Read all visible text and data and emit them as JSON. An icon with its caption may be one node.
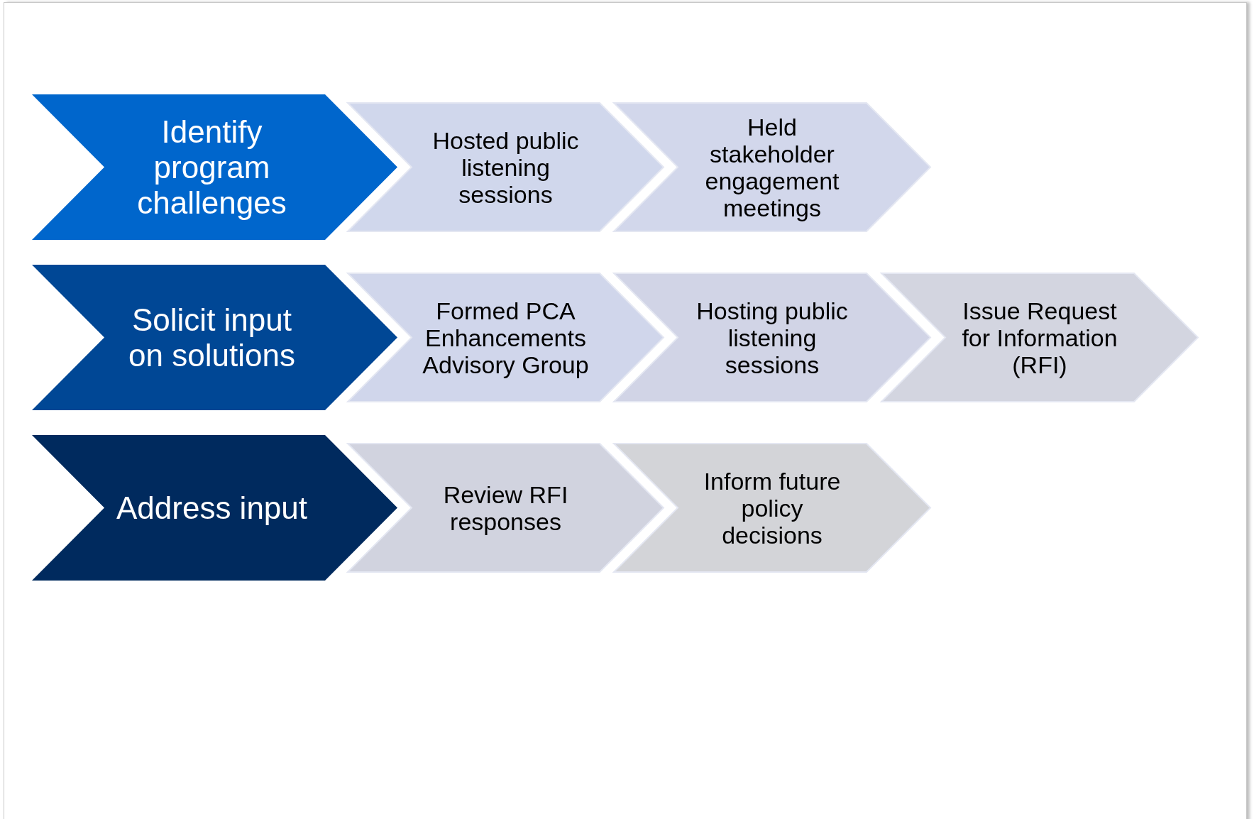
{
  "diagram": {
    "nodes": [
      {
        "text": [
          "Identify program challenges"
        ]
      },
      {
        "text": [
          "Hosted public listening sessions"
        ]
      },
      {
        "text": [
          "Held stakeholder engagement meetings"
        ]
      },
      {
        "text": [
          "Solicit input on solutions"
        ]
      },
      {
        "text": [
          "Formed PCA Enhancements Advisory Group"
        ]
      },
      {
        "text": [
          "Hosting public listening sessions"
        ]
      },
      {
        "text": [
          "Issue Request for Information (RFI)"
        ]
      },
      {
        "text": [
          "Address input"
        ]
      },
      {
        "text": [
          "Review RFI responses"
        ]
      },
      {
        "text": [
          "Inform future policy decisions"
        ]
      }
    ]
  }
}
